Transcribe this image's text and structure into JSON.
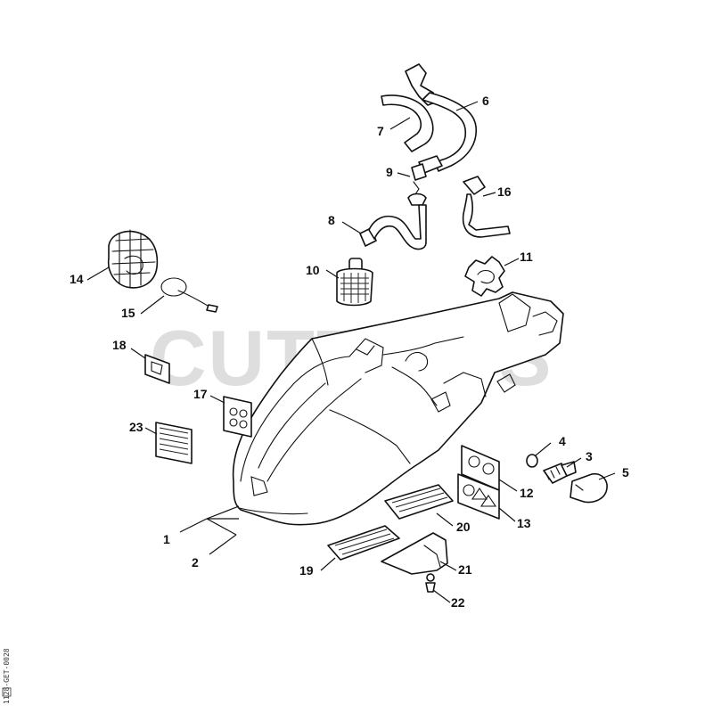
{
  "watermark": "CUTTER'S",
  "document_id": "1128-GET-0028",
  "callouts": [
    {
      "id": "1",
      "label": "1"
    },
    {
      "id": "2",
      "label": "2"
    },
    {
      "id": "3",
      "label": "3"
    },
    {
      "id": "4",
      "label": "4"
    },
    {
      "id": "5",
      "label": "5"
    },
    {
      "id": "6",
      "label": "6"
    },
    {
      "id": "7",
      "label": "7"
    },
    {
      "id": "8",
      "label": "8"
    },
    {
      "id": "9",
      "label": "9"
    },
    {
      "id": "10",
      "label": "10"
    },
    {
      "id": "11",
      "label": "11"
    },
    {
      "id": "12",
      "label": "12"
    },
    {
      "id": "13",
      "label": "13"
    },
    {
      "id": "14",
      "label": "14"
    },
    {
      "id": "15",
      "label": "15"
    },
    {
      "id": "16",
      "label": "16"
    },
    {
      "id": "17",
      "label": "17"
    },
    {
      "id": "18",
      "label": "18"
    },
    {
      "id": "19",
      "label": "19"
    },
    {
      "id": "20",
      "label": "20"
    },
    {
      "id": "21",
      "label": "21"
    },
    {
      "id": "22",
      "label": "22"
    },
    {
      "id": "23",
      "label": "23"
    }
  ]
}
